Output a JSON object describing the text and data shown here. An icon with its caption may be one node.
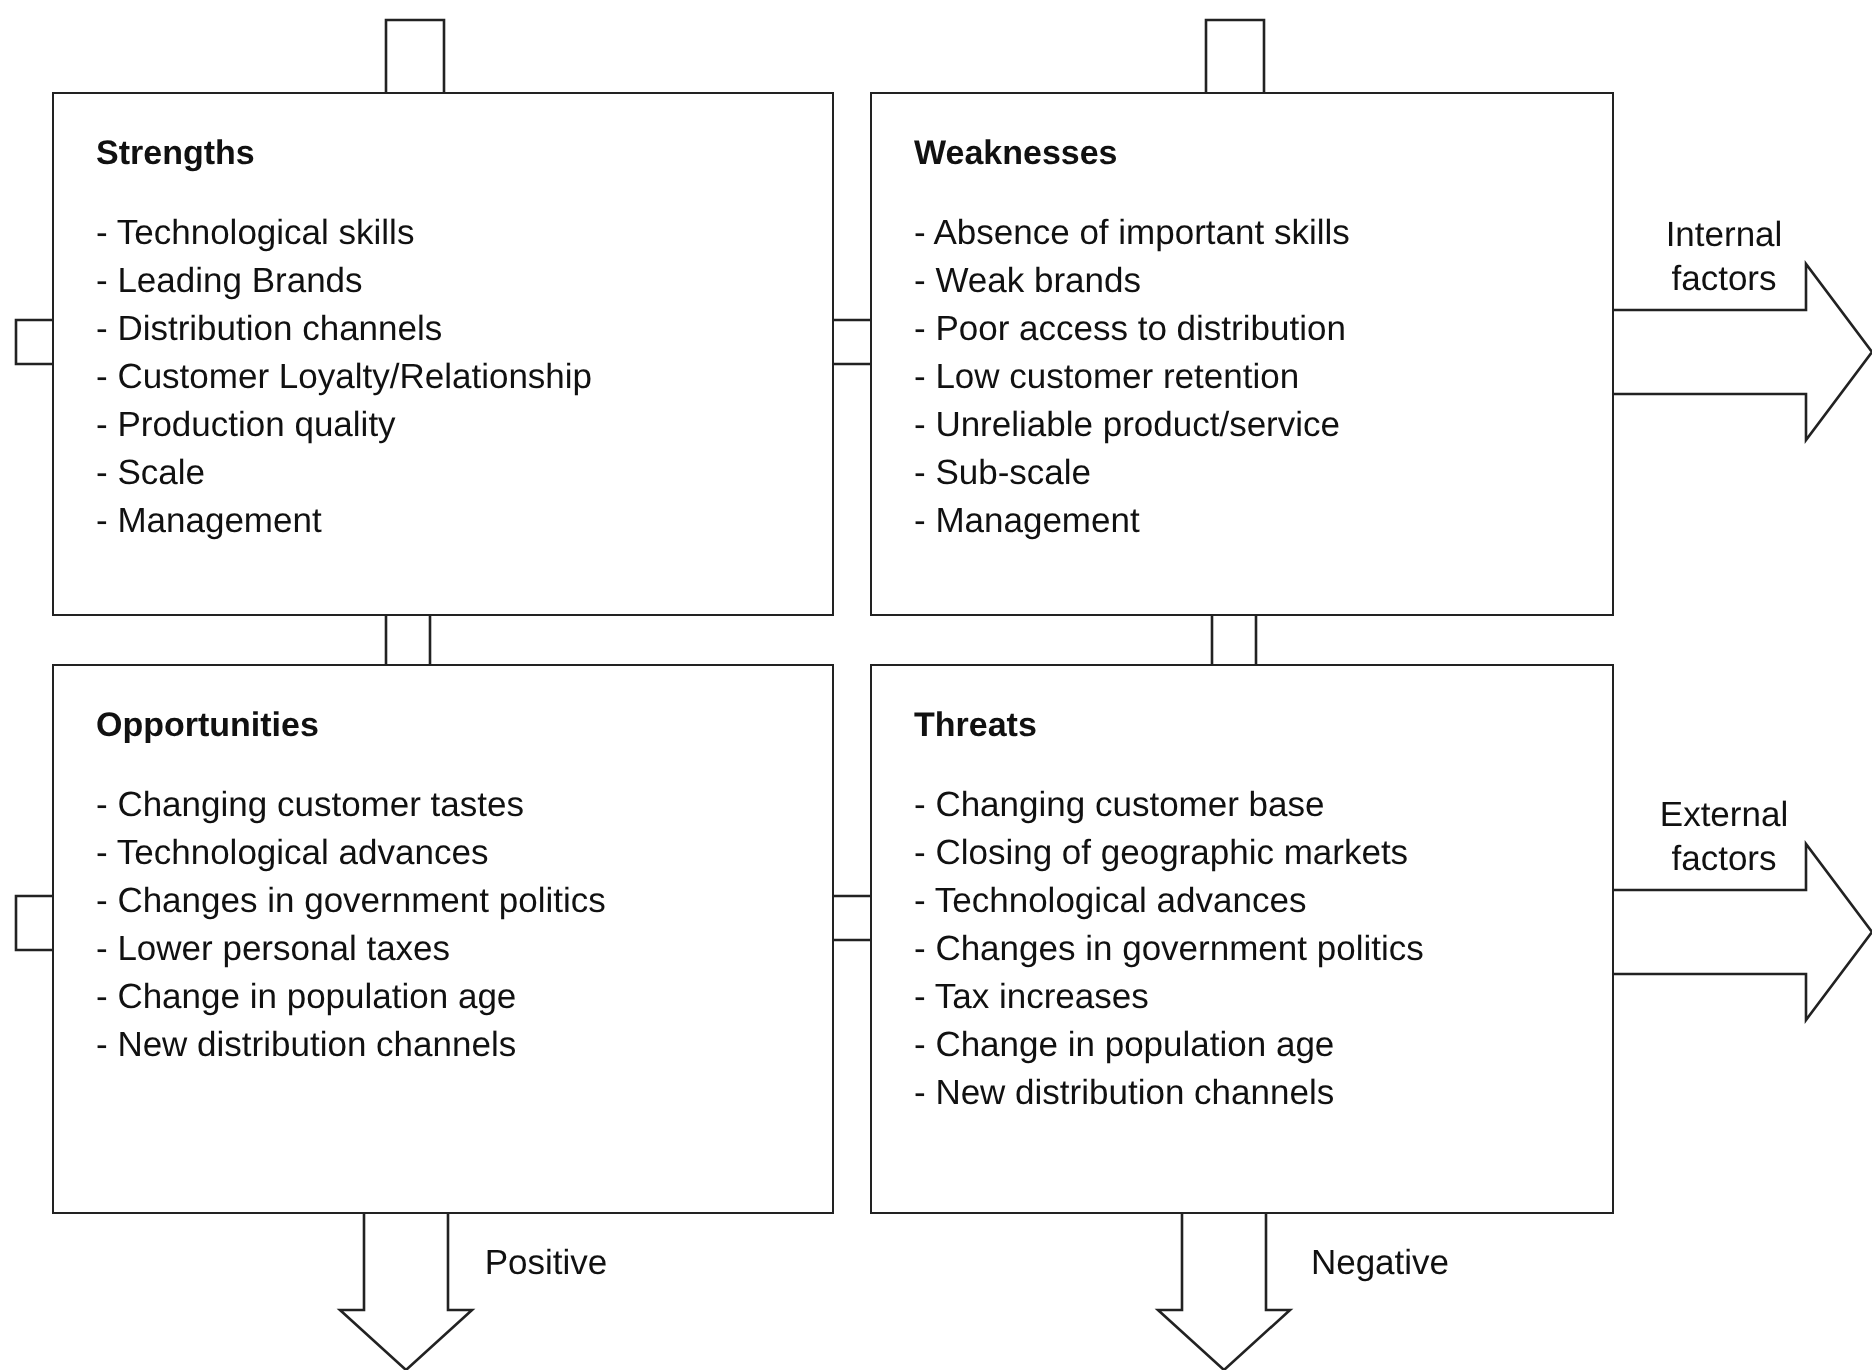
{
  "diagram": {
    "nodes": [
      {
        "text": [
          "Strengths",
          "- Technological skills",
          "- Leading Brands",
          "- Distribution channels",
          "- Customer Loyalty/Relationship",
          "- Production quality",
          "- Scale",
          "- Management"
        ]
      },
      {
        "text": [
          "Weaknesses",
          "- Absence of important skills",
          "- Weak brands",
          "- Poor access to distribution",
          "- Low customer retention",
          "- Unreliable product/service",
          "- Sub-scale",
          "- Management"
        ]
      },
      {
        "text": [
          "Opportunities",
          "- Changing customer tastes",
          "- Technological advances",
          "- Changes in government politics",
          "- Lower personal taxes",
          "- Change in population age",
          "- New distribution channels"
        ]
      },
      {
        "text": [
          "Threats",
          "- Changing customer base",
          "- Closing of geographic markets",
          "- Technological advances",
          "- Changes in government politics",
          "- Tax increases",
          "- Change in population age",
          "- New distribution channels"
        ]
      }
    ],
    "edges": [
      {
        "from": 0,
        "to": 1,
        "arrow": "none"
      },
      {
        "from": 0,
        "to": 2,
        "arrow": "none"
      },
      {
        "from": 1,
        "to": 3,
        "arrow": "none"
      },
      {
        "from": 2,
        "to": 3,
        "arrow": "none"
      },
      {
        "from": 1,
        "to": null,
        "arrow": "to",
        "label": "Internal factors",
        "style": "thick"
      },
      {
        "from": 3,
        "to": null,
        "arrow": "to",
        "label": "External factors",
        "style": "thick"
      },
      {
        "from": 2,
        "to": null,
        "arrow": "to",
        "label": "Positive",
        "style": "thick"
      },
      {
        "from": 3,
        "to": null,
        "arrow": "to",
        "label": "Negative",
        "style": "thick"
      }
    ]
  }
}
